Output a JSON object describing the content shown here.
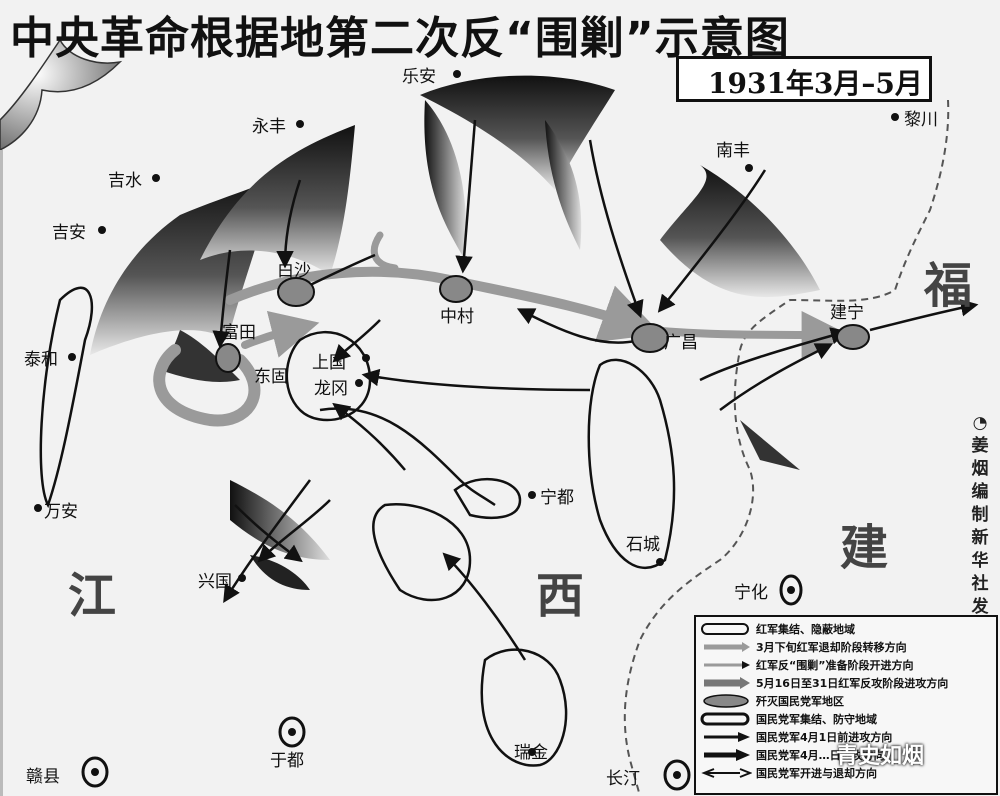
{
  "title": "中央革命根据地第二次反“围剿”示意图",
  "period": "1931年3月–5月",
  "places": {
    "lean": "乐安",
    "yongfeng": "永丰",
    "jishui": "吉水",
    "jian": "吉安",
    "taihe": "泰和",
    "wanan": "万安",
    "xingguo": "兴国",
    "ganxian": "赣县",
    "yudu": "于都",
    "ruijin": "瑞金",
    "ningdu": "宁都",
    "shicheng": "石城",
    "changting": "长汀",
    "ninghua": "宁化",
    "jianning": "建宁",
    "nanfeng": "南丰",
    "lichuan": "黎川",
    "baisha": "白沙",
    "zhongcun": "中村",
    "guangchang": "广昌",
    "futian": "富田",
    "donggu": "东固",
    "shangguo": "上国",
    "longgang": "龙冈"
  },
  "provinces": {
    "fu": "福",
    "jian": "建",
    "jiang": "江",
    "xi": "西"
  },
  "credit": [
    "◔",
    "姜",
    "烟",
    "编",
    "制",
    "新",
    "华",
    "社",
    "发"
  ],
  "legend": [
    "红军集结、隐蔽地域",
    "3月下旬红军退却阶段转移方向",
    "红军反“围剿”准备阶段开进方向",
    "5月16日至31日红军反攻阶段进攻方向",
    "歼灭国民党军地区",
    "国民党军集结、防守地域",
    "国民党军4月1日前进攻方向",
    "国民党军4月…日进攻方向",
    "国民党军开进与退却方向"
  ],
  "watermark": "青史如烟",
  "colors": {
    "ink": "#111111",
    "red_army": "#9a9a9a",
    "background": "#f2f2f2"
  }
}
